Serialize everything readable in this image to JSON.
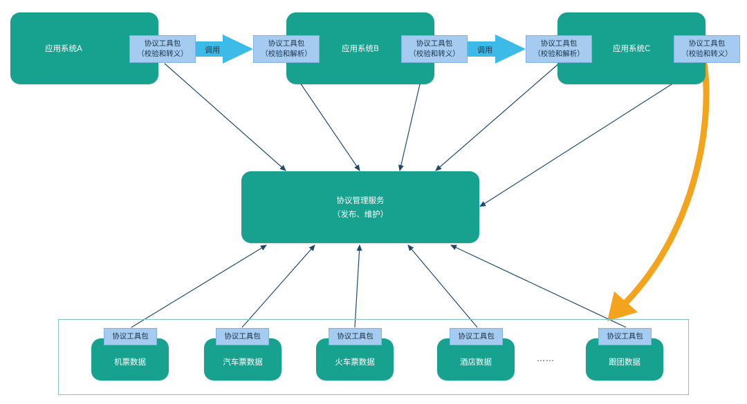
{
  "systems": [
    {
      "name": "应用系统A"
    },
    {
      "name": "应用系统B"
    },
    {
      "name": "应用系统C"
    }
  ],
  "toolkit": {
    "line1": "协议工具包",
    "line2": "（校验和转义）",
    "line2_parse": "（校验和解析）"
  },
  "call_label": "调用",
  "center": {
    "line1": "协议管理服务",
    "line2": "（发布、维护）"
  },
  "data_sources": [
    {
      "name": "机票数据"
    },
    {
      "name": "汽车票数据"
    },
    {
      "name": "火车票数据"
    },
    {
      "name": "酒店数据"
    },
    {
      "name": "跟团数据"
    }
  ],
  "ellipsis": "……",
  "colors": {
    "node": "#17a28f",
    "package": "#a5ccf0",
    "call_arrow": "#3cbbe8",
    "highlight_arrow": "#f4a31c",
    "connector": "#1c4a6e",
    "frame": "#7cc5c6"
  }
}
